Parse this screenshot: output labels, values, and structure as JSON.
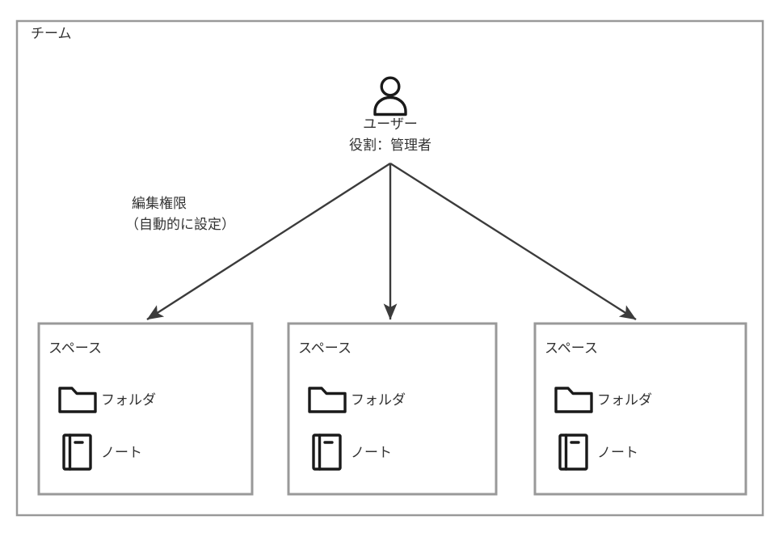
{
  "team": {
    "label": "チーム"
  },
  "user": {
    "label": "ユーザー",
    "role": "役割：管理者",
    "icon": "person-icon"
  },
  "permission_label": {
    "line1": "編集権限",
    "line2": "（自動的に設定）"
  },
  "spaces": [
    {
      "label": "スペース",
      "items": [
        {
          "icon": "folder-icon",
          "label": "フォルダ"
        },
        {
          "icon": "note-icon",
          "label": "ノート"
        }
      ]
    },
    {
      "label": "スペース",
      "items": [
        {
          "icon": "folder-icon",
          "label": "フォルダ"
        },
        {
          "icon": "note-icon",
          "label": "ノート"
        }
      ]
    },
    {
      "label": "スペース",
      "items": [
        {
          "icon": "folder-icon",
          "label": "フォルダ"
        },
        {
          "icon": "note-icon",
          "label": "ノート"
        }
      ]
    }
  ],
  "colors": {
    "background": "#ffffff",
    "box_border": "#999999",
    "arrow": "#3b3b3b",
    "icon_stroke": "#1a1a1a",
    "text": "#333333"
  }
}
